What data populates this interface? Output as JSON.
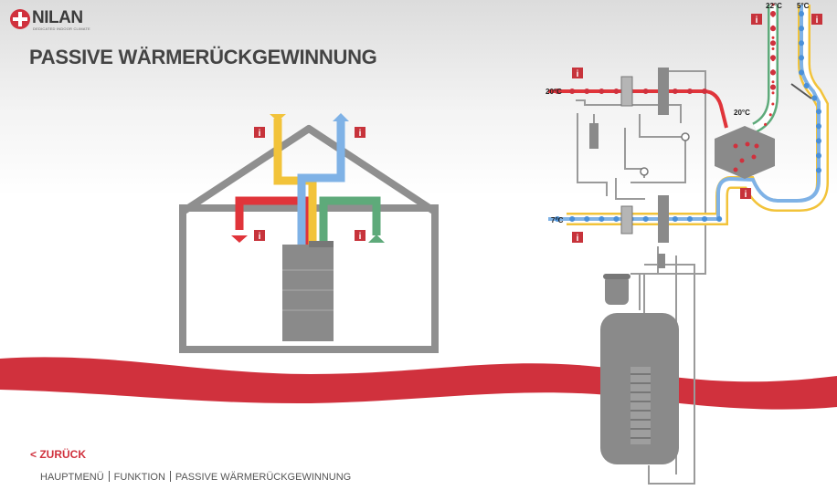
{
  "brand": {
    "name": "NILAN",
    "tagline": "DEDICATED INDOOR CLIMATE"
  },
  "page": {
    "title": "PASSIVE WÄRMERÜCKGEWINNUNG"
  },
  "nav": {
    "back_label": "< ZURÜCK",
    "breadcrumbs": [
      "HAUPTMENÜ",
      "FUNKTION",
      "PASSIVE WÄRMERÜCKGEWINNUNG"
    ]
  },
  "info": {
    "glyph": "i"
  },
  "temperatures": {
    "supply_out": "22°C",
    "outdoor_in": "5°C",
    "extract_in": "20°C",
    "exchanger_out": "20°C",
    "exhaust_out": "7°C"
  },
  "colors": {
    "brand_red": "#d0313d",
    "exhaust_yellow": "#f2c33a",
    "fresh_blue": "#7fb2e6",
    "supply_green": "#5eaa7a",
    "extract_red": "#e0343a",
    "machine_gray": "#8a8a8a"
  }
}
